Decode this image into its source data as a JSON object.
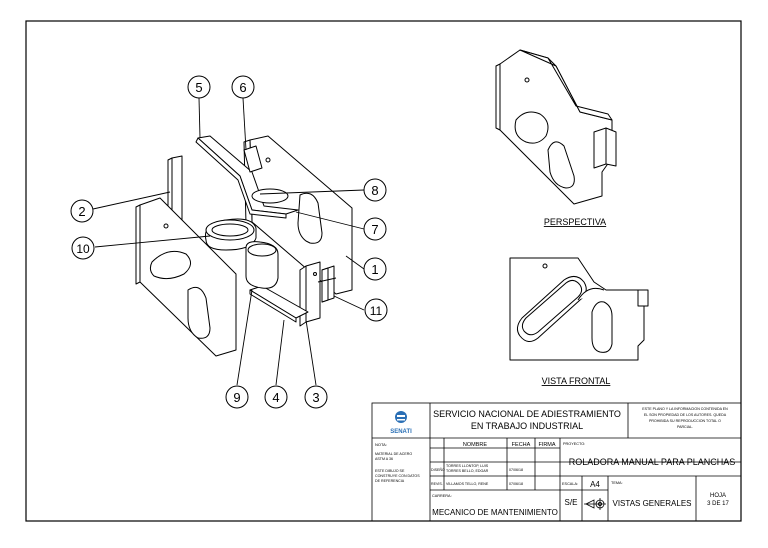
{
  "balloons": {
    "b5": "5",
    "b6": "6",
    "b2": "2",
    "b10": "10",
    "b8": "8",
    "b7": "7",
    "b1": "1",
    "b11": "11",
    "b9": "9",
    "b4": "4",
    "b3": "3"
  },
  "views": {
    "perspective_label": "PERSPECTIVA",
    "front_label": "VISTA FRONTAL"
  },
  "title_block": {
    "logo_text": "SENATI",
    "institution_line1": "SERVICIO NACIONAL DE ADIESTRAMIENTO",
    "institution_line2": "EN TRABAJO INDUSTRIAL",
    "note_line1": "ESTE PLANO Y LA INFORMACION CONTENIDA EN",
    "note_line2": "EL SON PROPIEDAD DE LOS AUTORES. QUEDA",
    "note_line3": "PROHIBIDA SU REPRODUCCION TOTAL O",
    "note_line4": "PARCIAL.",
    "nota_label": "NOTA:",
    "nota_line1": "MATERIAL DE ACERO",
    "nota_line2": "ASTM A 36",
    "nota_line3": "ESTE DIBUJO SE",
    "nota_line4": "CONSTRUYE CON DATOS",
    "nota_line5": "DE REFERENCIA",
    "nombre_header": "NOMBRE",
    "fecha_header": "FECHA",
    "firma_header": "FIRMA",
    "diseno_label": "DISEÑO",
    "diseno_name_line1": "TORRES LLONTOP, LUIS",
    "diseno_name_line2": "TORRES BELLO, EDGAR",
    "diseno_date": "07/06/18",
    "revisado_label": "REVIS.",
    "revisado_name": "VILLAMOS TELLO, RENE",
    "revisado_date": "07/06/18",
    "proyecto_label": "PROYECTO:",
    "proyecto_value": "ROLADORA MANUAL PARA PLANCHAS",
    "carrera_label": "CARRERA:",
    "carrera_value": "MECANICO DE MANTENIMIENTO",
    "escala_label": "ESCALA:",
    "escala_value": "S/E",
    "formato_value": "A4",
    "tema_label": "TEMA:",
    "tema_value": "VISTAS GENERALES",
    "hoja_label": "HOJA",
    "hoja_value": "3 DE 17"
  }
}
